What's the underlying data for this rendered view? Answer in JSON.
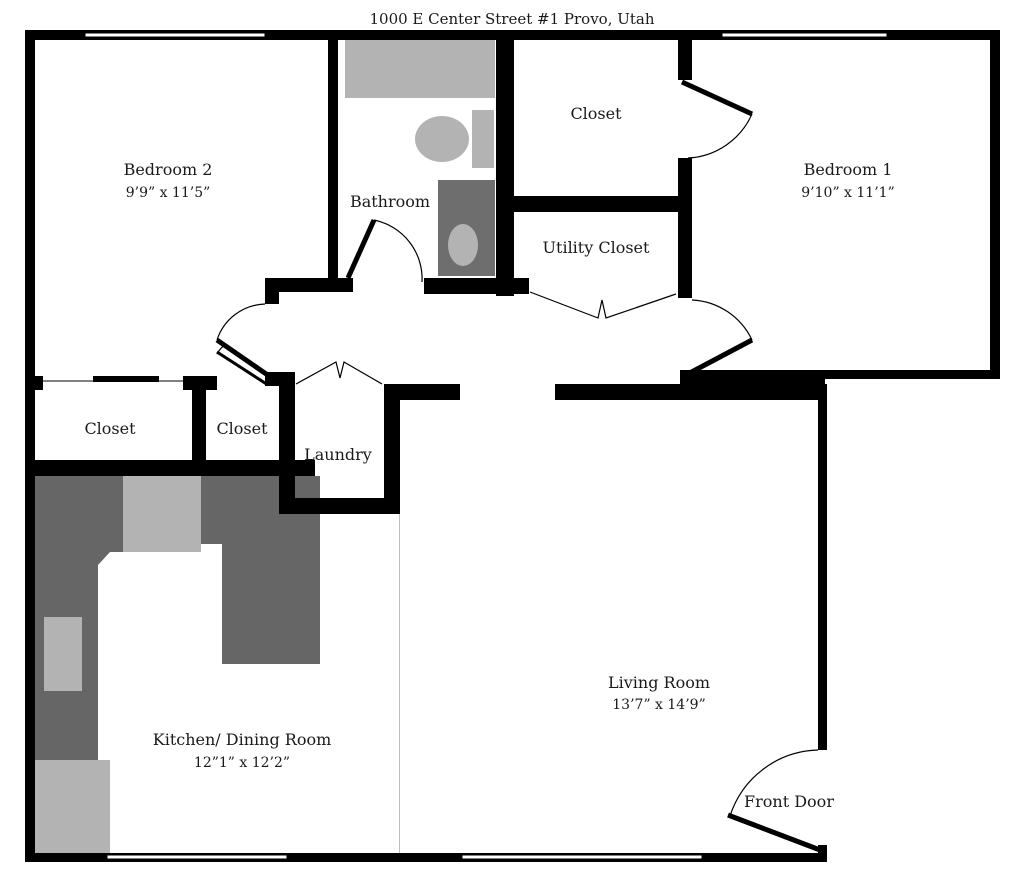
{
  "address": "1000 E Center Street #1 Provo, Utah",
  "rooms": {
    "bedroom2": {
      "name": "Bedroom 2",
      "dims": "9’9” x 11’5”"
    },
    "bedroom1": {
      "name": "Bedroom 1",
      "dims": "9’10” x 11’1”"
    },
    "bathroom": {
      "name": "Bathroom"
    },
    "closet_top": {
      "name": "Closet"
    },
    "utility_closet": {
      "name": "Utility Closet"
    },
    "closet_left": {
      "name": "Closet"
    },
    "closet_mid": {
      "name": "Closet"
    },
    "laundry": {
      "name": "Laundry"
    },
    "kitchen": {
      "name": "Kitchen/ Dining Room",
      "dims": "12”1” x 12’2”"
    },
    "living": {
      "name": "Living Room",
      "dims": "13’7” x 14’9”"
    },
    "front_door": {
      "name": "Front Door"
    }
  },
  "colors": {
    "wall": "#000000",
    "counter": "#666666",
    "appliance": "#b3b3b3",
    "background": "#ffffff"
  }
}
